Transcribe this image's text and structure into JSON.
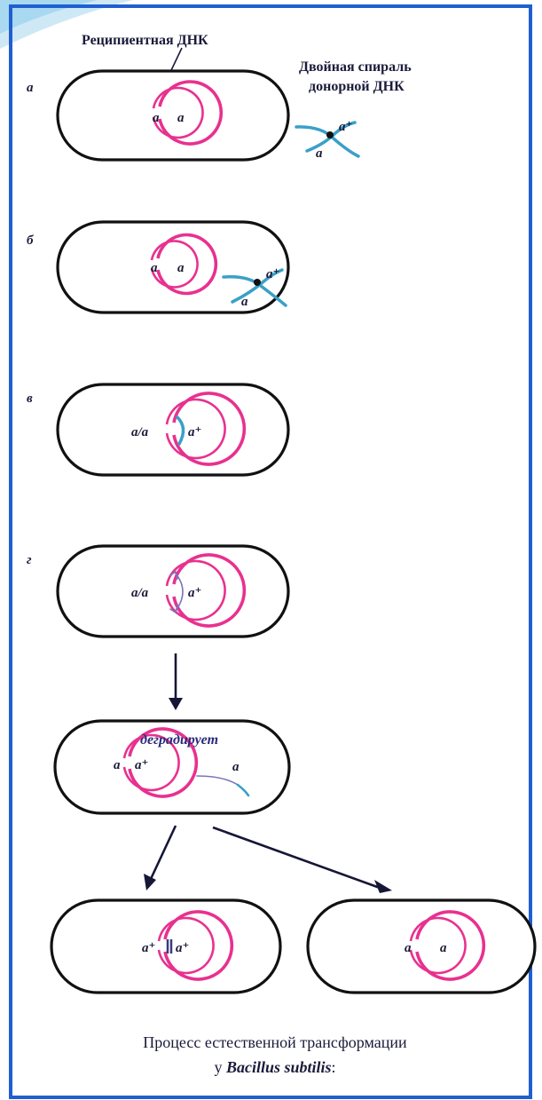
{
  "labels": {
    "recipient_dna": "Реципиентная ДНК",
    "donor_helix_line1": "Двойная спираль",
    "donor_helix_line2": "донорной ДНК",
    "degrades": "деградирует"
  },
  "stages": [
    "а",
    "б",
    "в",
    "г"
  ],
  "alleles": {
    "a": "a",
    "a_plus": "a⁺",
    "heteroduplex": "a/a"
  },
  "caption": {
    "line1": "Процесс естественной трансформации",
    "line2_prefix": "у ",
    "line2_species": "Bacillus subtilis",
    "line2_suffix": ":"
  },
  "colors": {
    "frame": "#1f5fd0",
    "recipient_dna": "#e8318f",
    "donor_dna": "#3aa0c8",
    "cell_outline": "#111111",
    "text": "#1a1a3a"
  }
}
